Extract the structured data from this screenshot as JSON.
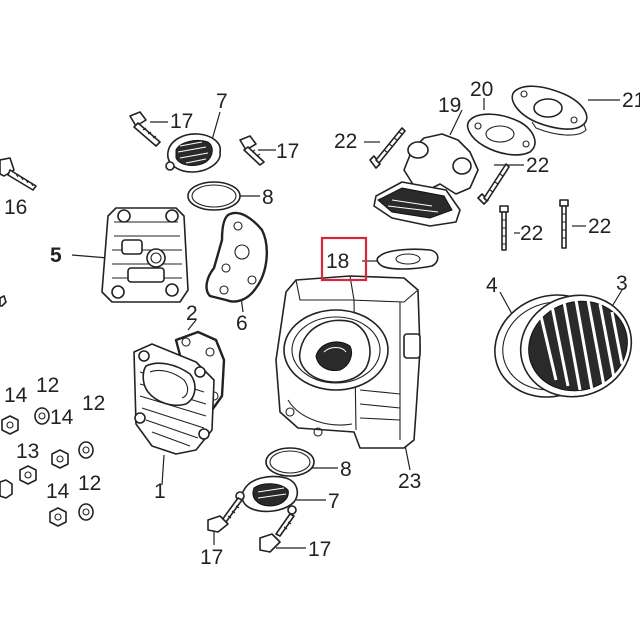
{
  "diagram": {
    "highlight_color": "#d6283c",
    "highlighted_label": "18",
    "callouts": {
      "p1": "1",
      "p2": "2",
      "p3": "3",
      "p4": "4",
      "p5": "5",
      "p6": "6",
      "p7a": "7",
      "p7b": "7",
      "p8a": "8",
      "p8b": "8",
      "p12a": "12",
      "p12b": "12",
      "p12c": "12",
      "p13": "13",
      "p14a": "14",
      "p14b": "14",
      "p14c": "14",
      "p16": "16",
      "p17a": "17",
      "p17b": "17",
      "p17c": "17",
      "p17d": "17",
      "p18": "18",
      "p19": "19",
      "p20": "20",
      "p21": "21",
      "p22a": "22",
      "p22b": "22",
      "p22c": "22",
      "p22d": "22",
      "p23": "23"
    }
  }
}
